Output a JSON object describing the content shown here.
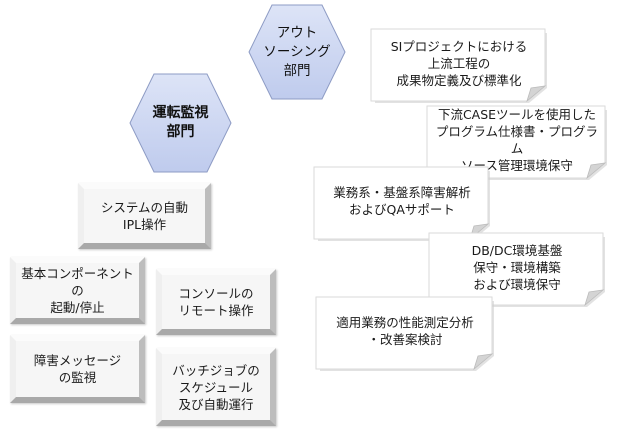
{
  "hexagons": [
    {
      "id": "outsourcing",
      "lines": [
        "アウト",
        "ソーシング",
        "部門"
      ],
      "fill": "#cfd8f2",
      "bold": false
    },
    {
      "id": "operations",
      "lines": [
        "運転監視",
        "部門"
      ],
      "fill": "#cfd8f2",
      "bold": true
    }
  ],
  "operations_tasks": [
    {
      "lines": [
        "システムの自動",
        "IPL操作"
      ]
    },
    {
      "lines": [
        "基本コンポーネントの",
        "起動/停止"
      ]
    },
    {
      "lines": [
        "コンソールの",
        "リモート操作"
      ]
    },
    {
      "lines": [
        "障害メッセージ",
        "の監視"
      ]
    },
    {
      "lines": [
        "バッチジョブの",
        "スケジュール",
        "及び自動運行"
      ]
    }
  ],
  "outsourcing_tasks": [
    {
      "lines": [
        "SIプロジェクトにおける",
        "上流工程の",
        "成果物定義及び標準化"
      ]
    },
    {
      "lines": [
        "下流CASEツールを使用した",
        "プログラム仕様書・プログラム",
        "ソース管理環境保守"
      ]
    },
    {
      "lines": [
        "業務系・基盤系障害解析",
        "およびQAサポート"
      ]
    },
    {
      "lines": [
        "DB/DC環境基盤",
        "保守・環境構築",
        "および環境保守"
      ]
    },
    {
      "lines": [
        "適用業務の性能測定分析",
        "・改善案検討"
      ]
    }
  ]
}
